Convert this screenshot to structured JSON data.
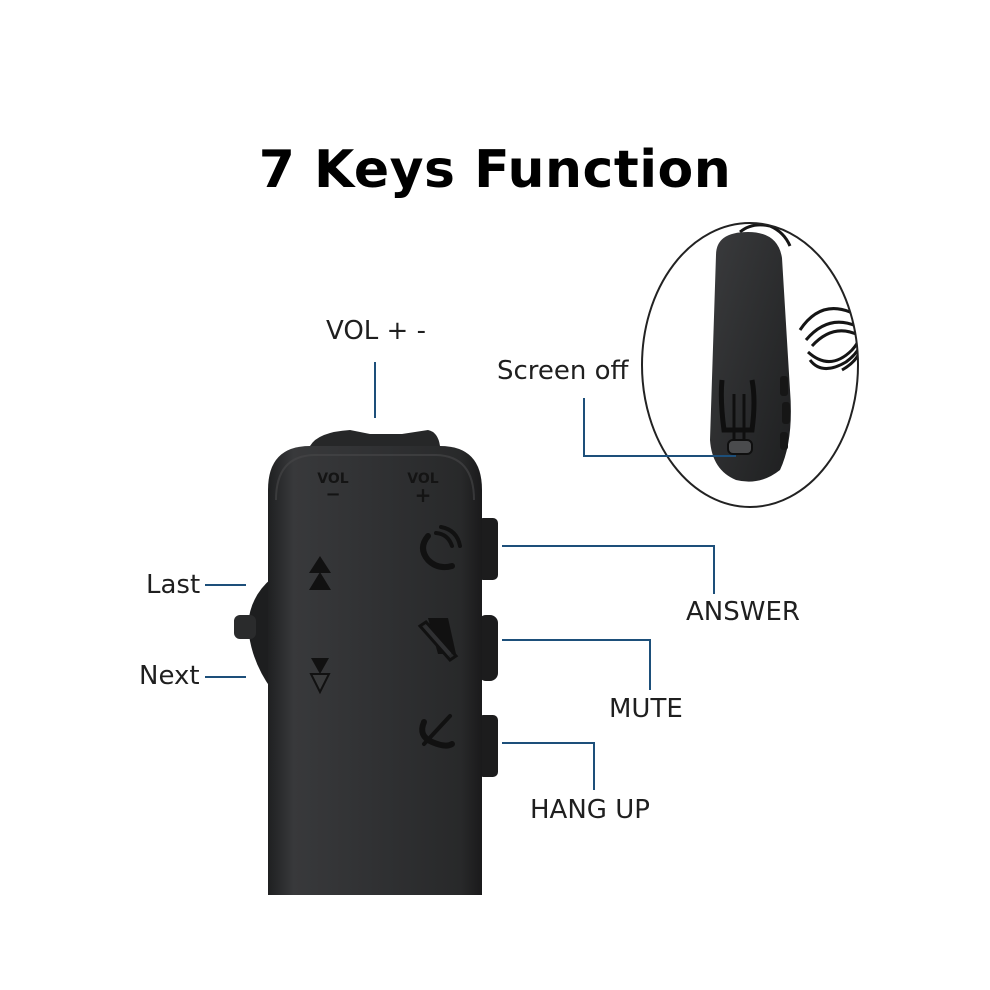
{
  "title": "7 Keys Function",
  "labels": {
    "vol": "VOL + -",
    "screen_off": "Screen off",
    "last": "Last",
    "next": "Next",
    "answer": "ANSWER",
    "mute": "MUTE",
    "hang_up": "HANG UP"
  },
  "device_markings": {
    "vol_minus_text": "VOL",
    "vol_minus_sign": "−",
    "vol_plus_text": "VOL",
    "vol_plus_sign": "+"
  },
  "colors": {
    "leader_line": "#1d4f7a",
    "device_body": "#2e2f31",
    "device_edge": "#1c1c1d",
    "icon": "#111111"
  },
  "icons": [
    "up-triangles-icon",
    "down-triangles-icon",
    "phone-answer-icon",
    "mute-icon",
    "hang-up-icon"
  ]
}
